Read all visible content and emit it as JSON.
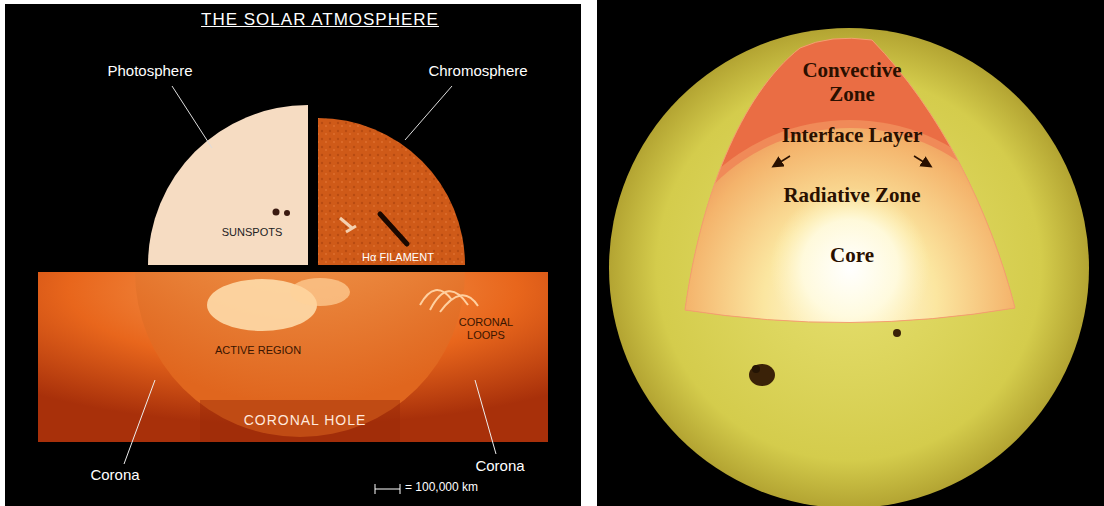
{
  "diagram": {
    "title": "THE SOLAR ATMOSPHERE",
    "labels": [
      "Photosphere",
      "Chromosphere",
      "SUNSPOTS",
      "Hα FILAMENT",
      "ACTIVE REGION",
      "CORONAL LOOPS",
      "CORONAL HOLE",
      "Corona",
      "= 100,000 km",
      "Corona",
      "Convective Zone",
      "Interface Layer",
      "Radiative Zone",
      "Core"
    ]
  }
}
